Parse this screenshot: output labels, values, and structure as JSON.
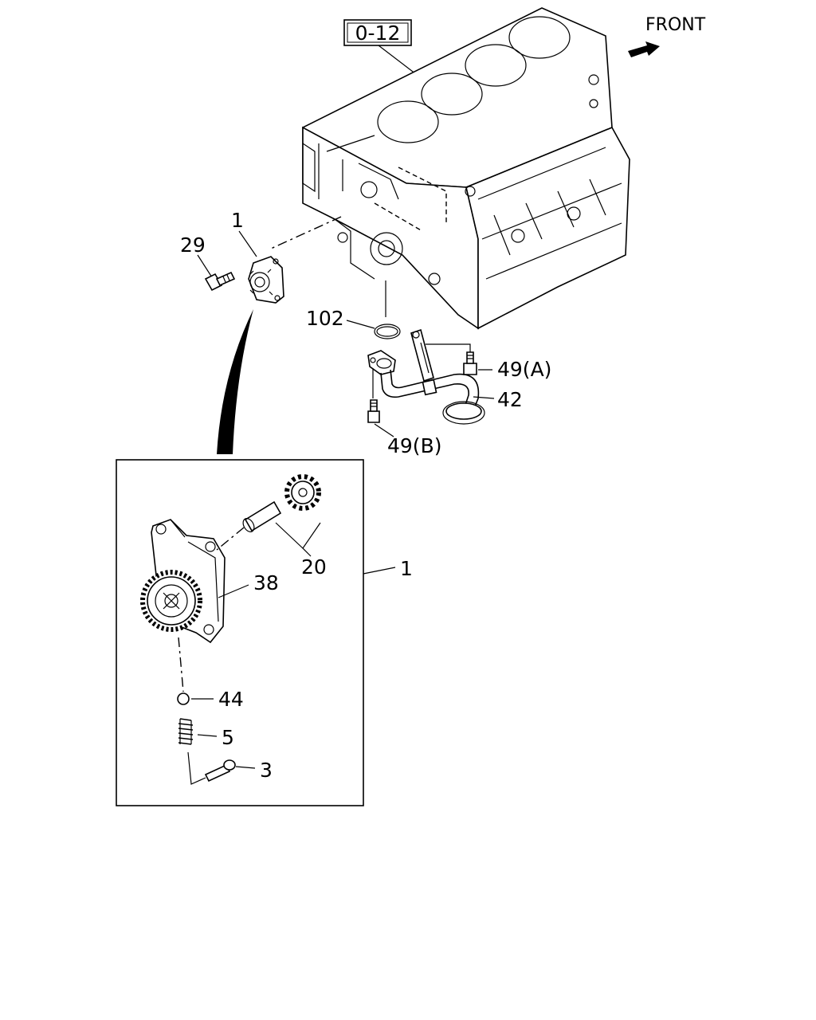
{
  "ref_box": "0-12",
  "direction_label": "FRONT",
  "callouts": {
    "c1_top": "1",
    "c29": "29",
    "c102": "102",
    "c49a": "49(A)",
    "c42": "42",
    "c49b": "49(B)",
    "c20": "20",
    "c1_detail": "1",
    "c38": "38",
    "c44": "44",
    "c5": "5",
    "c3": "3"
  }
}
